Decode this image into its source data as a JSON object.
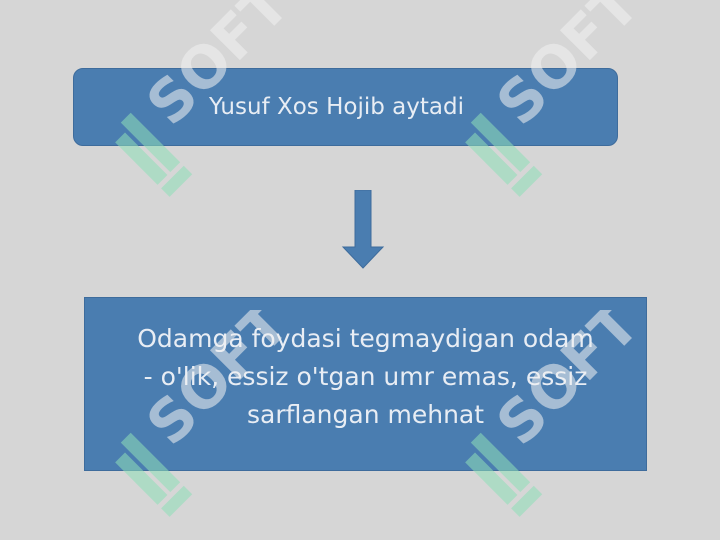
{
  "diagram": {
    "top_box": {
      "text": "Yusuf Xos Hojib aytadi"
    },
    "arrow": {
      "direction": "down"
    },
    "bottom_box": {
      "lines": [
        "Odamga foydasi tegmaydigan odam",
        "- o'lik, essiz o'tgan umr emas, essiz",
        "sarflangan mehnat"
      ]
    }
  },
  "watermark": {
    "text": "SOFT",
    "count": 4
  },
  "colors": {
    "background": "#d6d6d6",
    "box_fill": "#4a7db0",
    "box_text": "#e8edf4",
    "arrow_fill": "#4a7db0",
    "watermark_green": "#8fe0b8",
    "watermark_white": "#f2f2f2"
  }
}
